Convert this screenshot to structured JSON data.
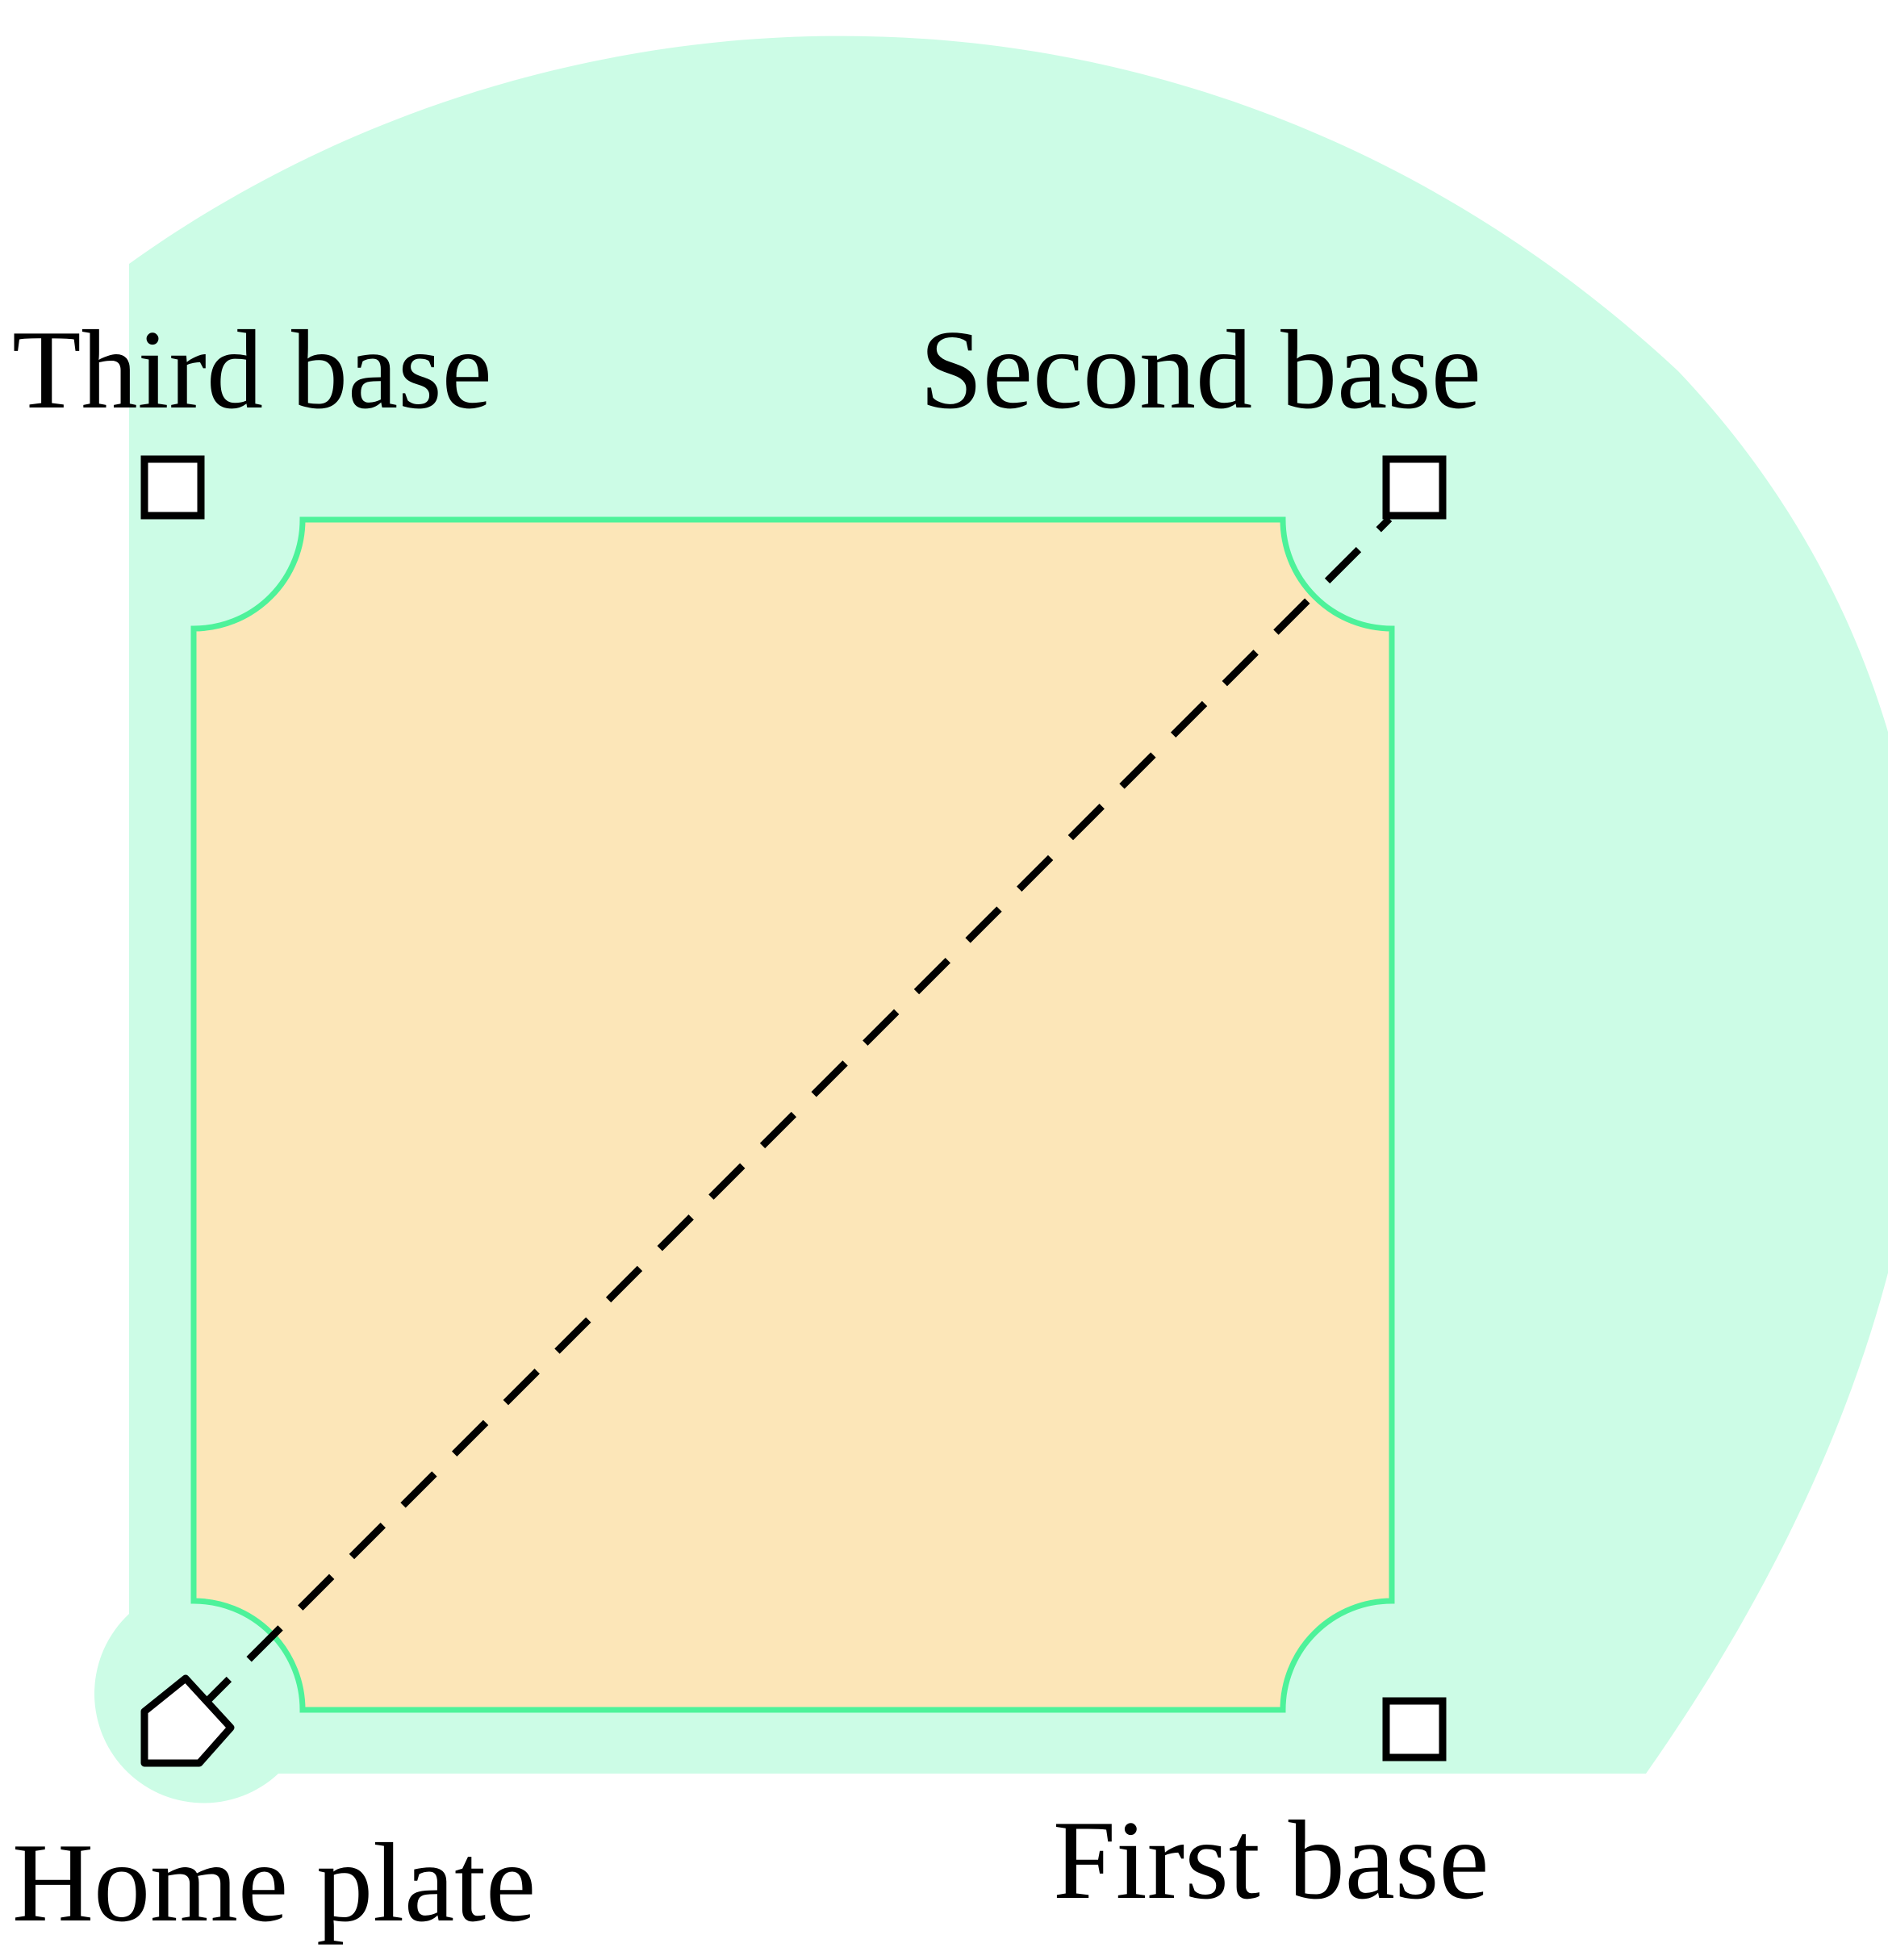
{
  "labels": {
    "third_base": "Third base",
    "second_base": "Second base",
    "home_plate": "Home plate",
    "first_base": "First base"
  },
  "colors": {
    "outfield": "#ccfce6",
    "infield": "#fce6b8",
    "infield_border": "#4df29a",
    "base_stroke": "#000000",
    "base_fill": "#ffffff",
    "dashed_line": "#000000"
  }
}
